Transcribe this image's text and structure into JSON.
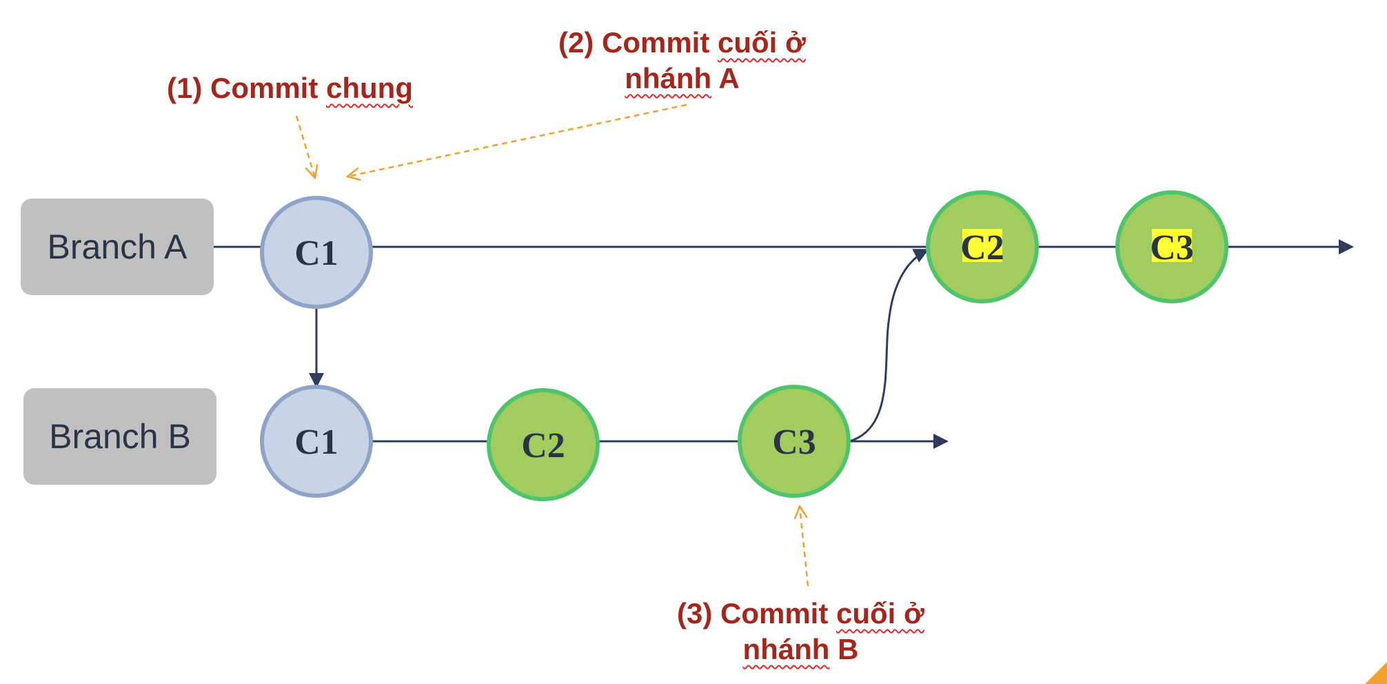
{
  "branches": {
    "a": "Branch A",
    "b": "Branch B"
  },
  "commits": {
    "c1": "C1",
    "c2": "C2",
    "c3": "C3"
  },
  "annotations": {
    "common": {
      "prefix": "(1) Commit",
      "underlined": "chung"
    },
    "last_a": {
      "prefix": "(2) Commit",
      "underlined": "cuối ở",
      "line2_underlined": "nhánh",
      "line2_suffix": "A"
    },
    "last_b": {
      "prefix": "(3) Commit",
      "underlined": "cuối ở",
      "line2_underlined": "nhánh",
      "line2_suffix": "B"
    }
  },
  "colors": {
    "line": "#2e3d5c",
    "c1_fill": "#c8d3e6",
    "c1_stroke": "#8fa3c8",
    "commit_fill": "#a1cc5f",
    "commit_stroke": "#4fc46a",
    "highlight": "#ffff33",
    "annotation_text": "#a5261c",
    "annotation_arrow": "#f0a030"
  }
}
